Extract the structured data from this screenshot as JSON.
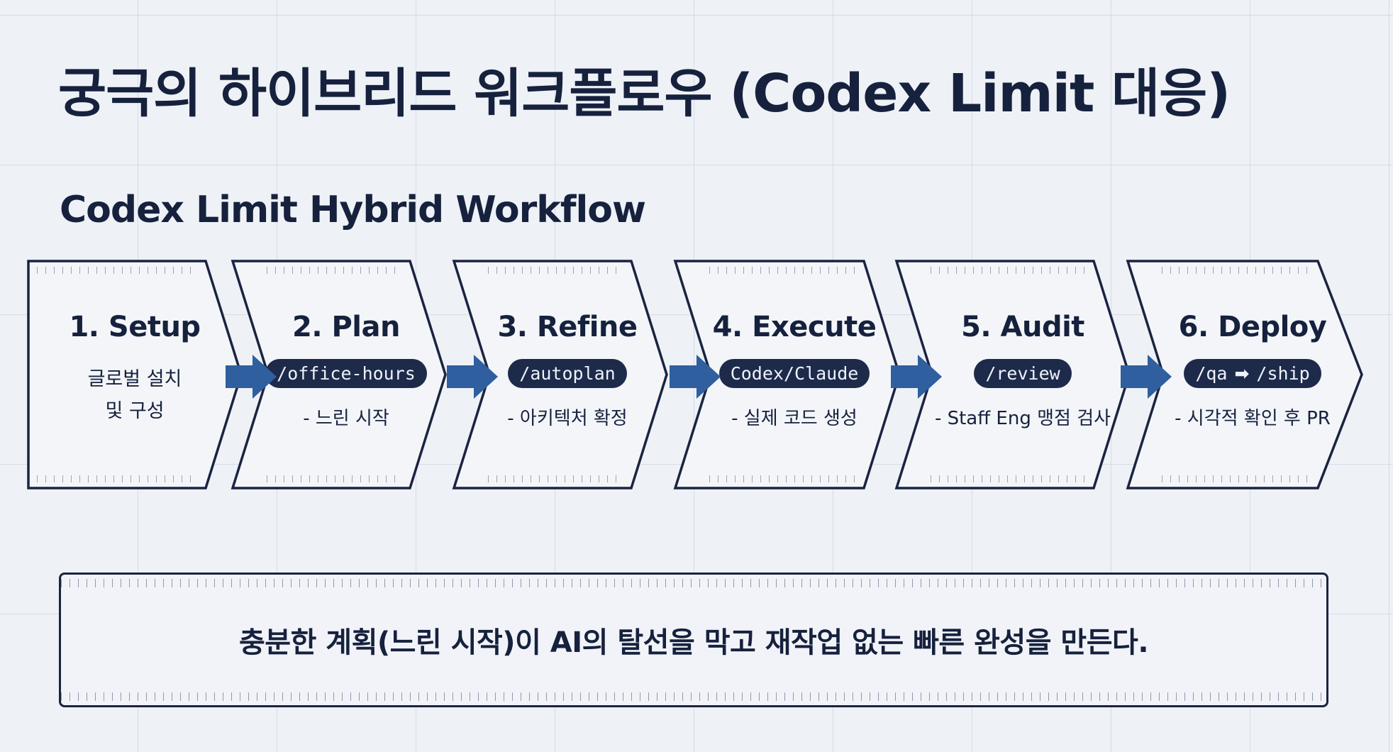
{
  "title": "궁극의 하이브리드 워크플로우 (Codex Limit 대응)",
  "subtitle": "Codex Limit Hybrid Workflow",
  "steps": [
    {
      "title": "1. Setup",
      "desc": "글로벌 설치\n및 구성"
    },
    {
      "title": "2. Plan",
      "command": "/office-hours",
      "note": "- 느린 시작"
    },
    {
      "title": "3. Refine",
      "command": "/autoplan",
      "note": "- 아키텍처 확정"
    },
    {
      "title": "4. Execute",
      "command": "Codex/Claude",
      "note": "- 실제 코드 생성"
    },
    {
      "title": "5. Audit",
      "command": "/review",
      "note": "- Staff Eng 맹점 검사"
    },
    {
      "title": "6. Deploy",
      "command_left": "/qa",
      "command_arrow": "➡",
      "command_right": "/ship",
      "note": "- 시각적 확인 후 PR"
    }
  ],
  "footer": "충분한 계획(느린 시작)이 AI의 탈선을 막고 재작업 없는 빠른 완성을 만든다.",
  "colors": {
    "ink": "#16213d",
    "pill": "#1d2a4a",
    "arrow": "#2f5f9e",
    "background": "#eef1f6"
  }
}
